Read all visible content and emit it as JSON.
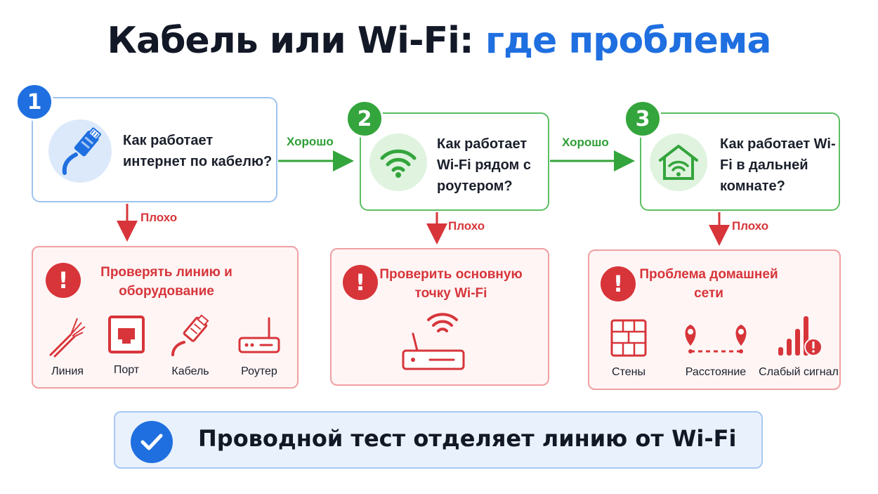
{
  "title": {
    "part1": "Кабель или Wi-Fi:",
    "part2": "где проблема"
  },
  "steps": [
    {
      "number": "1",
      "question": "Как работает интернет по кабелю?"
    },
    {
      "number": "2",
      "question": "Как работает Wi-Fi рядом с роутером?"
    },
    {
      "number": "3",
      "question": "Как работает Wi-Fi в дальней комнате?"
    }
  ],
  "good_label": "Хорошо",
  "bad_label": "Плохо",
  "results": [
    {
      "warn": "!",
      "title": "Проверять линию и оборудование",
      "items": [
        "Линия",
        "Порт",
        "Кабель",
        "Роутер"
      ]
    },
    {
      "warn": "!",
      "title": "Проверить основную точку Wi-Fi",
      "items": []
    },
    {
      "warn": "!",
      "title": "Проблема домашней сети",
      "items": [
        "Стены",
        "Расстояние",
        "Слабый сигнал"
      ]
    }
  ],
  "conclusion": "Проводной тест отделяет линию от Wi-Fi",
  "colors": {
    "blue": "#1f6fe0",
    "green": "#34a53c",
    "red": "#d7353a"
  },
  "icons": [
    "ethernet-cable-icon",
    "wifi-icon",
    "home-wifi-icon",
    "warning-icon",
    "line-cable-icon",
    "port-icon",
    "cable-icon",
    "router-icon",
    "wall-icon",
    "distance-icon",
    "weak-signal-icon",
    "check-icon"
  ]
}
